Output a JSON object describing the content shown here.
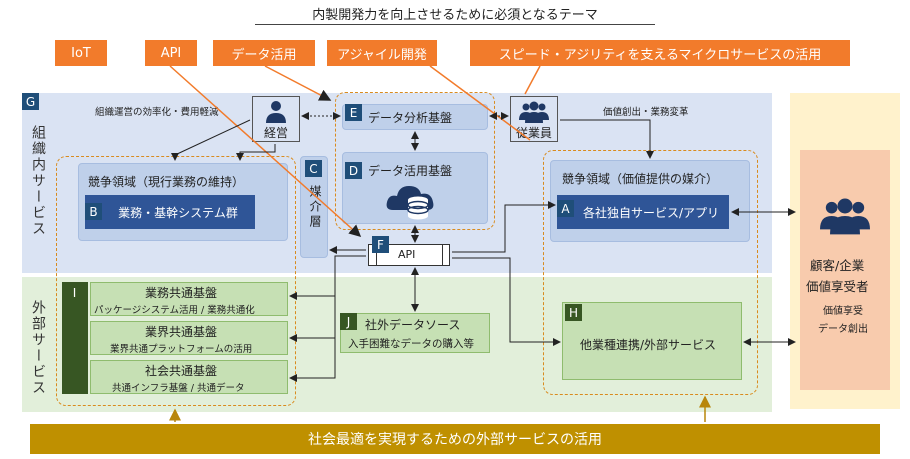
{
  "title": "内製開発力を向上させるために必須となるテーマ",
  "tags": [
    "IoT",
    "API",
    "データ活用",
    "アジャイル開発",
    "スピード・アジリティを支えるマイクロサービスの活用"
  ],
  "band_labels": {
    "top": "組織内サービス",
    "bottom": "外部サービス"
  },
  "letters": {
    "G": "G",
    "E": "E",
    "C": "C",
    "D": "D",
    "B": "B",
    "A": "A",
    "F": "F",
    "I": "I",
    "J": "J",
    "H": "H"
  },
  "annotations": {
    "left": "組織運営の効率化・費用軽減",
    "right": "価値創出・業務変革"
  },
  "people": {
    "management": "経営",
    "staff": "従業員"
  },
  "boxes": {
    "data_analysis": "データ分析基盤",
    "data_use": "データ活用基盤",
    "mediation": "媒介層",
    "competitive_left": "競争領域（現行業務の維持）",
    "core_systems": "業務・基幹システム群",
    "competitive_right": "競争領域（価値提供の媒介）",
    "own_services": "各社独自サービス/アプリ",
    "api": "API",
    "business_common": "業務共通基盤",
    "business_common_sub": "パッケージシステム活用 / 業務共通化",
    "industry_common": "業界共通基盤",
    "industry_common_sub": "業界共通プラットフォームの活用",
    "social_common": "社会共通基盤",
    "social_common_sub": "共通インフラ基盤 / 共通データ",
    "external_data": "社外データソース",
    "external_data_sub": "入手困難なデータの購入等",
    "other_industry": "他業種連携/外部サービス"
  },
  "customer": {
    "line1": "顧客/企業",
    "line2": "価値享受者",
    "line3": "価値享受",
    "line4": "データ創出"
  },
  "bottom_bar": "社会最適を実現するための外部サービスの活用",
  "colors": {
    "orange": "#f27b2b",
    "navy": "#1f4e79",
    "gold": "#bf9000"
  }
}
